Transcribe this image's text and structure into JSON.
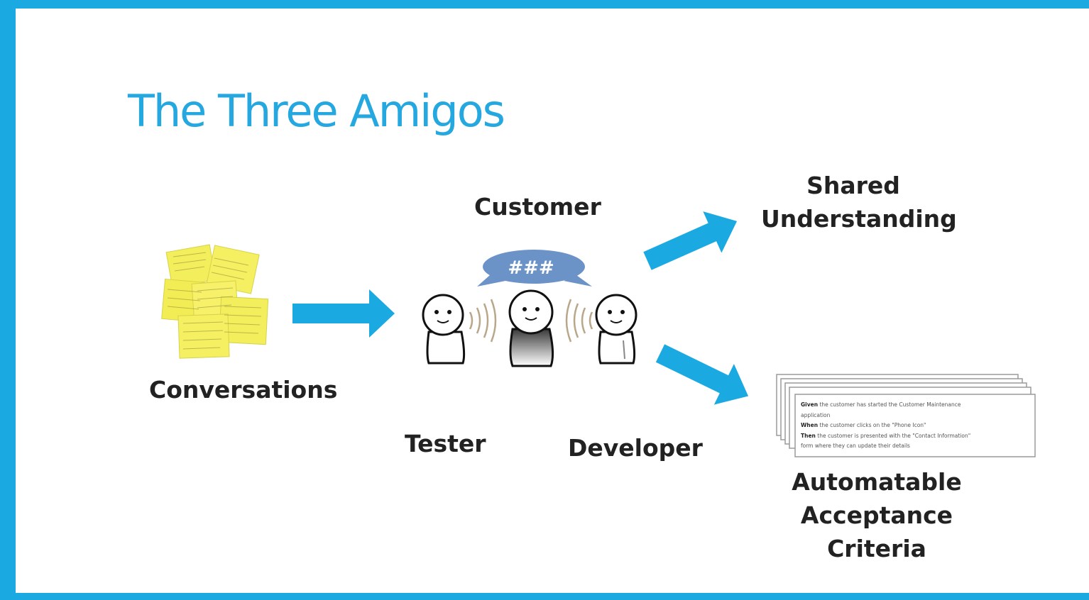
{
  "title": "The Three Amigos",
  "labels": {
    "conversations": "Conversations",
    "customer": "Customer",
    "tester": "Tester",
    "developer": "Developer",
    "shared_understanding": [
      "Shared",
      "Understanding"
    ],
    "acceptance_criteria": [
      "Automatable",
      "Acceptance",
      "Criteria"
    ]
  },
  "speech_bubble": "###",
  "acceptance_card": {
    "lines": [
      {
        "keyword": "Given",
        "text": "the customer has started the Customer Maintenance"
      },
      {
        "keyword": "",
        "text": "application"
      },
      {
        "keyword": "When",
        "text": "the customer clicks on the \"Phone Icon\""
      },
      {
        "keyword": "Then",
        "text": "the customer is presented with the \"Contact Information\""
      },
      {
        "keyword": "",
        "text": "form where they can update their details"
      }
    ]
  },
  "colors": {
    "accent": "#1ba9e1",
    "sticky_note": "#f3ee5c",
    "bubble": "#6b93c7",
    "sound_waves": "#b9a78a"
  }
}
